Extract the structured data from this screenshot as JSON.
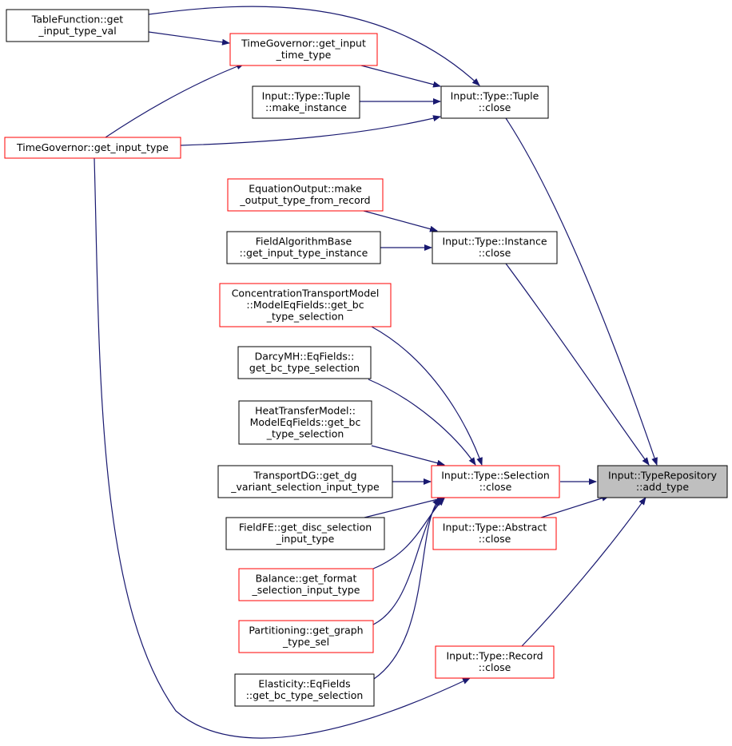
{
  "colors": {
    "edge": "#191970",
    "border_default": "#000000",
    "border_truncated": "#ff0000",
    "focus_fill": "#bfbfbf",
    "node_fill": "#ffffff"
  },
  "nodes": [
    {
      "id": "table_function",
      "lines": [
        "TableFunction::get",
        "_input_type_val"
      ],
      "border": "default"
    },
    {
      "id": "time_gov_input_time_type",
      "lines": [
        "TimeGovernor::get_input",
        "_time_type"
      ],
      "border": "truncated"
    },
    {
      "id": "tuple_make_instance",
      "lines": [
        "Input::Type::Tuple",
        "::make_instance"
      ],
      "border": "default"
    },
    {
      "id": "time_gov_input_type",
      "lines": [
        "TimeGovernor::get_input_type"
      ],
      "border": "truncated"
    },
    {
      "id": "tuple_close",
      "lines": [
        "Input::Type::Tuple",
        "::close"
      ],
      "border": "default"
    },
    {
      "id": "equation_output",
      "lines": [
        "EquationOutput::make",
        "_output_type_from_record"
      ],
      "border": "truncated"
    },
    {
      "id": "field_algorithm_base",
      "lines": [
        "FieldAlgorithmBase",
        "::get_input_type_instance"
      ],
      "border": "default"
    },
    {
      "id": "instance_close",
      "lines": [
        "Input::Type::Instance",
        "::close"
      ],
      "border": "default"
    },
    {
      "id": "concentration_transport",
      "lines": [
        "ConcentrationTransportModel",
        "::ModelEqFields::get_bc",
        "_type_selection"
      ],
      "border": "truncated"
    },
    {
      "id": "darcy_mh",
      "lines": [
        "DarcyMH::EqFields::",
        "get_bc_type_selection"
      ],
      "border": "default"
    },
    {
      "id": "heat_transfer",
      "lines": [
        "HeatTransferModel::",
        "ModelEqFields::get_bc",
        "_type_selection"
      ],
      "border": "default"
    },
    {
      "id": "transport_dg",
      "lines": [
        "TransportDG::get_dg",
        "_variant_selection_input_type"
      ],
      "border": "default"
    },
    {
      "id": "selection_close",
      "lines": [
        "Input::Type::Selection",
        "::close"
      ],
      "border": "truncated"
    },
    {
      "id": "type_repository",
      "lines": [
        "Input::TypeRepository",
        "::add_type"
      ],
      "border": "focus"
    },
    {
      "id": "field_fe",
      "lines": [
        "FieldFE::get_disc_selection",
        "_input_type"
      ],
      "border": "default"
    },
    {
      "id": "abstract_close",
      "lines": [
        "Input::Type::Abstract",
        "::close"
      ],
      "border": "truncated"
    },
    {
      "id": "balance",
      "lines": [
        "Balance::get_format",
        "_selection_input_type"
      ],
      "border": "truncated"
    },
    {
      "id": "partitioning",
      "lines": [
        "Partitioning::get_graph",
        "_type_sel"
      ],
      "border": "truncated"
    },
    {
      "id": "record_close",
      "lines": [
        "Input::Type::Record",
        "::close"
      ],
      "border": "truncated"
    },
    {
      "id": "elasticity",
      "lines": [
        "Elasticity::EqFields",
        "::get_bc_type_selection"
      ],
      "border": "default"
    }
  ],
  "edges": [
    {
      "from": "tuple_close",
      "to": "type_repository"
    },
    {
      "from": "instance_close",
      "to": "type_repository"
    },
    {
      "from": "selection_close",
      "to": "type_repository"
    },
    {
      "from": "abstract_close",
      "to": "type_repository"
    },
    {
      "from": "record_close",
      "to": "type_repository"
    },
    {
      "from": "table_function",
      "to": "tuple_close"
    },
    {
      "from": "table_function",
      "to": "time_gov_input_time_type"
    },
    {
      "from": "time_gov_input_time_type",
      "to": "tuple_close"
    },
    {
      "from": "tuple_make_instance",
      "to": "tuple_close"
    },
    {
      "from": "time_gov_input_type",
      "to": "tuple_close"
    },
    {
      "from": "time_gov_input_type",
      "to": "time_gov_input_time_type"
    },
    {
      "from": "time_gov_input_type",
      "to": "record_close"
    },
    {
      "from": "equation_output",
      "to": "instance_close"
    },
    {
      "from": "field_algorithm_base",
      "to": "instance_close"
    },
    {
      "from": "concentration_transport",
      "to": "selection_close"
    },
    {
      "from": "darcy_mh",
      "to": "selection_close"
    },
    {
      "from": "heat_transfer",
      "to": "selection_close"
    },
    {
      "from": "transport_dg",
      "to": "selection_close"
    },
    {
      "from": "field_fe",
      "to": "selection_close"
    },
    {
      "from": "balance",
      "to": "selection_close"
    },
    {
      "from": "partitioning",
      "to": "selection_close"
    },
    {
      "from": "elasticity",
      "to": "selection_close"
    }
  ]
}
